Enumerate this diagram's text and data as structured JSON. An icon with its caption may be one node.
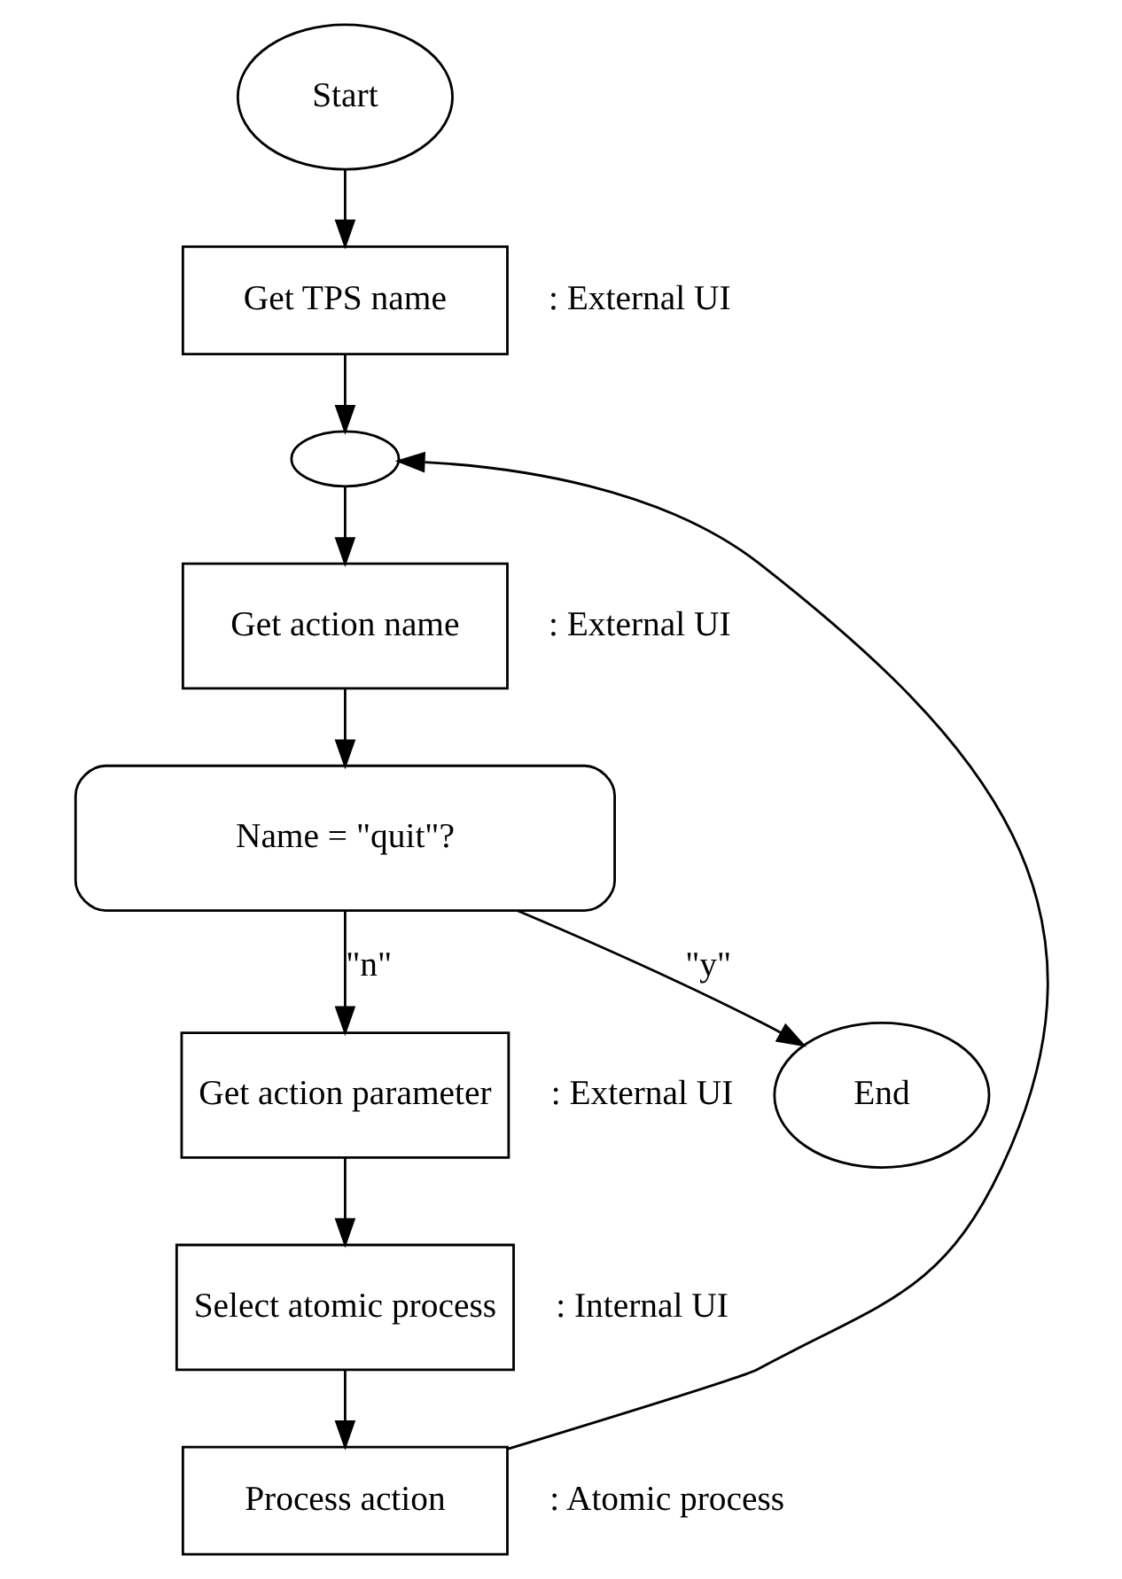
{
  "diagram": {
    "nodes": [
      {
        "text": [
          "Start"
        ]
      },
      {
        "text": [
          "Get TPS name"
        ],
        "beside": [
          ": External UI"
        ]
      },
      {
        "text": [],
        "shape": "ellipse"
      },
      {
        "text": [
          "Get action name"
        ],
        "beside": [
          ": External UI"
        ]
      },
      {
        "text": [
          "Name = \"quit\"?"
        ]
      },
      {
        "text": [
          "Get action parameter"
        ],
        "beside": [
          ": External UI"
        ]
      },
      {
        "text": [
          "End"
        ]
      },
      {
        "text": [
          "Select atomic process"
        ],
        "beside": [
          ": Internal UI"
        ]
      },
      {
        "text": [
          "Process action"
        ],
        "beside": [
          ": Atomic process"
        ]
      }
    ],
    "edges": [
      {
        "from": 0,
        "to": 1,
        "arrow": "to"
      },
      {
        "from": 1,
        "to": 2,
        "arrow": "to"
      },
      {
        "from": 2,
        "to": 3,
        "arrow": "to"
      },
      {
        "from": 3,
        "to": 4,
        "arrow": "to"
      },
      {
        "from": 4,
        "to": 6,
        "arrow": "to",
        "label": "\"y\""
      },
      {
        "from": 4,
        "to": 5,
        "arrow": "to",
        "label": "\"n\""
      },
      {
        "from": 5,
        "to": 7,
        "arrow": "to"
      },
      {
        "from": 7,
        "to": 8,
        "arrow": "to"
      },
      {
        "from": 8,
        "to": 2,
        "arrow": "to"
      }
    ]
  }
}
